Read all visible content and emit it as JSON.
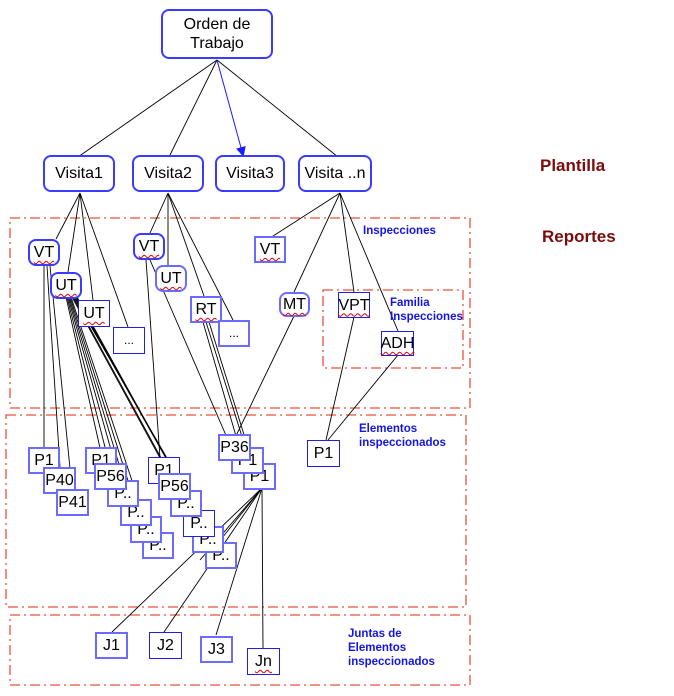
{
  "root": {
    "label_line1": "Orden de",
    "label_line2": "Trabajo"
  },
  "visits": [
    "Visita1",
    "Visita2",
    "Visita3",
    "Visita ..n"
  ],
  "side_labels": {
    "template": "Plantilla",
    "reports": "Reportes"
  },
  "regions": {
    "inspections": "Inspecciones",
    "family": {
      "line1": "Familia",
      "line2": "Inspecciones"
    },
    "elements": {
      "line1": "Elementos",
      "line2": "inspeccionados"
    },
    "joints": {
      "line1": "Juntas de",
      "line2": "Elementos",
      "line3": "inspeccionados"
    }
  },
  "inspections": {
    "v1": [
      "VT",
      "UT",
      "UT",
      "..."
    ],
    "v2": [
      "VT",
      "UT",
      "RT",
      "..."
    ],
    "vn": [
      "VT",
      "MT",
      "VPT",
      "ADH"
    ]
  },
  "elements": {
    "groupA": [
      "P1",
      "P40",
      "P41"
    ],
    "groupB": [
      "P1",
      "P56",
      "P..",
      "P..",
      "P..",
      "P.."
    ],
    "groupC": [
      "P1",
      "P56",
      "P..",
      "P..",
      "P..",
      "P.."
    ],
    "groupD": [
      "P36",
      "P1",
      "P1"
    ],
    "groupE": [
      "P1"
    ]
  },
  "joints": [
    "J1",
    "J2",
    "J3",
    "Jn"
  ],
  "colors": {
    "node_border": "#3b3bff",
    "region_border": "#e8503a",
    "region_label": "#1414e6",
    "side_label": "#7a0c0c",
    "highlight_edge": "#1a1aff"
  }
}
